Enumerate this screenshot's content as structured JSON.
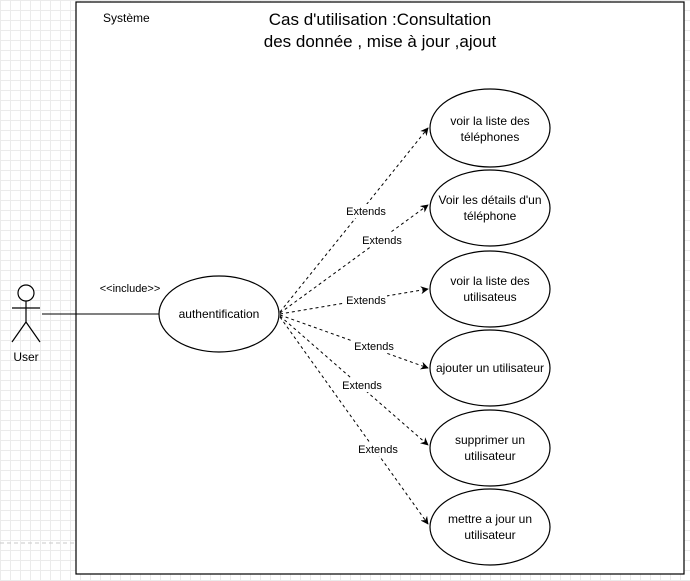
{
  "system": {
    "label": "Système",
    "title_line1": "Cas d'utilisation :Consultation",
    "title_line2": "des donnée , mise à jour ,ajout"
  },
  "actor": {
    "name": "User"
  },
  "include_label": "<<include>>",
  "central_use_case": {
    "label": "authentification"
  },
  "use_cases": [
    {
      "line1": "voir la liste des",
      "line2": "téléphones"
    },
    {
      "line1": "Voir les détails d'un",
      "line2": "téléphone"
    },
    {
      "line1": "voir la liste des",
      "line2": "utilisateus"
    },
    {
      "line1": "ajouter un utilisateur",
      "line2": ""
    },
    {
      "line1": "supprimer un",
      "line2": "utilisateur"
    },
    {
      "line1": "mettre a jour un",
      "line2": "utilisateur"
    }
  ],
  "extends_labels": [
    "Extends",
    "Extends",
    "Extends",
    "Extends",
    "Extends",
    "Extends"
  ],
  "colors": {
    "stroke": "#000000",
    "grid": "#ebebeb",
    "background": "#ffffff"
  }
}
